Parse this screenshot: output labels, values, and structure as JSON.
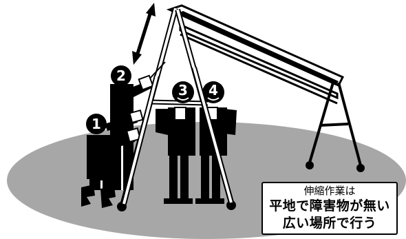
{
  "workers": [
    {
      "number": "1"
    },
    {
      "number": "2"
    },
    {
      "number": "3"
    },
    {
      "number": "4"
    }
  ],
  "note": {
    "line1": "伸縮作業は",
    "line2": "平地で障害物が無い",
    "line3": "広い場所で行う"
  },
  "colors": {
    "ground": "#a7a7a7",
    "figure": "#000000",
    "frame": "#ffffff"
  },
  "icons": {
    "adjust_arrow": "double-headed-arrow-icon"
  }
}
